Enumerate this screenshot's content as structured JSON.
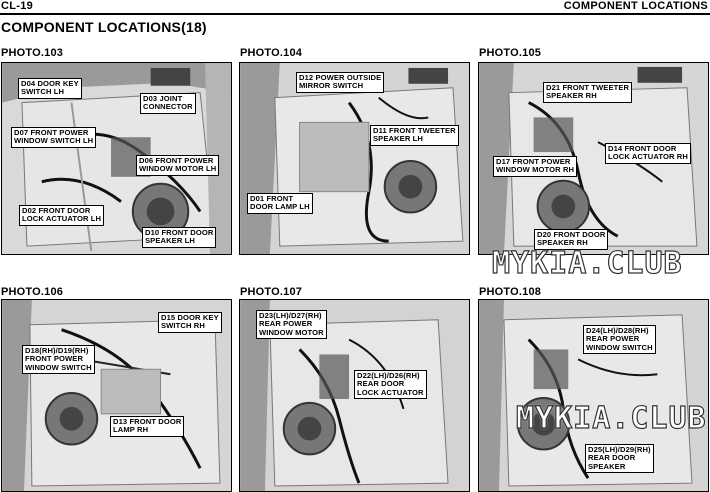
{
  "header": {
    "page_code": "CL-19",
    "section": "COMPONENT LOCATIONS"
  },
  "title": "COMPONENT LOCATIONS(18)",
  "photos": [
    {
      "label": "PHOTO.103",
      "callouts": [
        "D04 DOOR KEY\nSWITCH LH",
        "D03 JOINT\nCONNECTOR",
        "D07 FRONT POWER\nWINDOW SWITCH LH",
        "D06 FRONT POWER\nWINDOW MOTOR LH",
        "D02 FRONT DOOR\nLOCK ACTUATOR LH",
        "D10 FRONT DOOR\nSPEAKER LH"
      ]
    },
    {
      "label": "PHOTO.104",
      "callouts": [
        "D12 POWER OUTSIDE\nMIRROR SWITCH",
        "D11 FRONT TWEETER\nSPEAKER LH",
        "D01 FRONT\nDOOR LAMP LH"
      ]
    },
    {
      "label": "PHOTO.105",
      "callouts": [
        "D21 FRONT TWEETER\nSPEAKER RH",
        "D14 FRONT DOOR\nLOCK ACTUATOR RH",
        "D17 FRONT POWER\nWINDOW MOTOR RH",
        "D20 FRONT DOOR\nSPEAKER RH"
      ]
    },
    {
      "label": "PHOTO.106",
      "callouts": [
        "D15 DOOR KEY\nSWITCH RH",
        "D18(RH)/D19(RH)\nFRONT POWER\nWINDOW SWITCH",
        "D13 FRONT DOOR\nLAMP RH"
      ]
    },
    {
      "label": "PHOTO.107",
      "callouts": [
        "D23(LH)/D27(RH)\nREAR POWER\nWINDOW MOTOR",
        "D22(LH)/D26(RH)\nREAR DOOR\nLOCK ACTUATOR"
      ]
    },
    {
      "label": "PHOTO.108",
      "callouts": [
        "D24(LH)/D28(RH)\nREAR POWER\nWINDOW SWITCH",
        "D25(LH)/D29(RH)\nREAR DOOR\nSPEAKER"
      ]
    }
  ],
  "watermark": "MYKIA.CLUB"
}
